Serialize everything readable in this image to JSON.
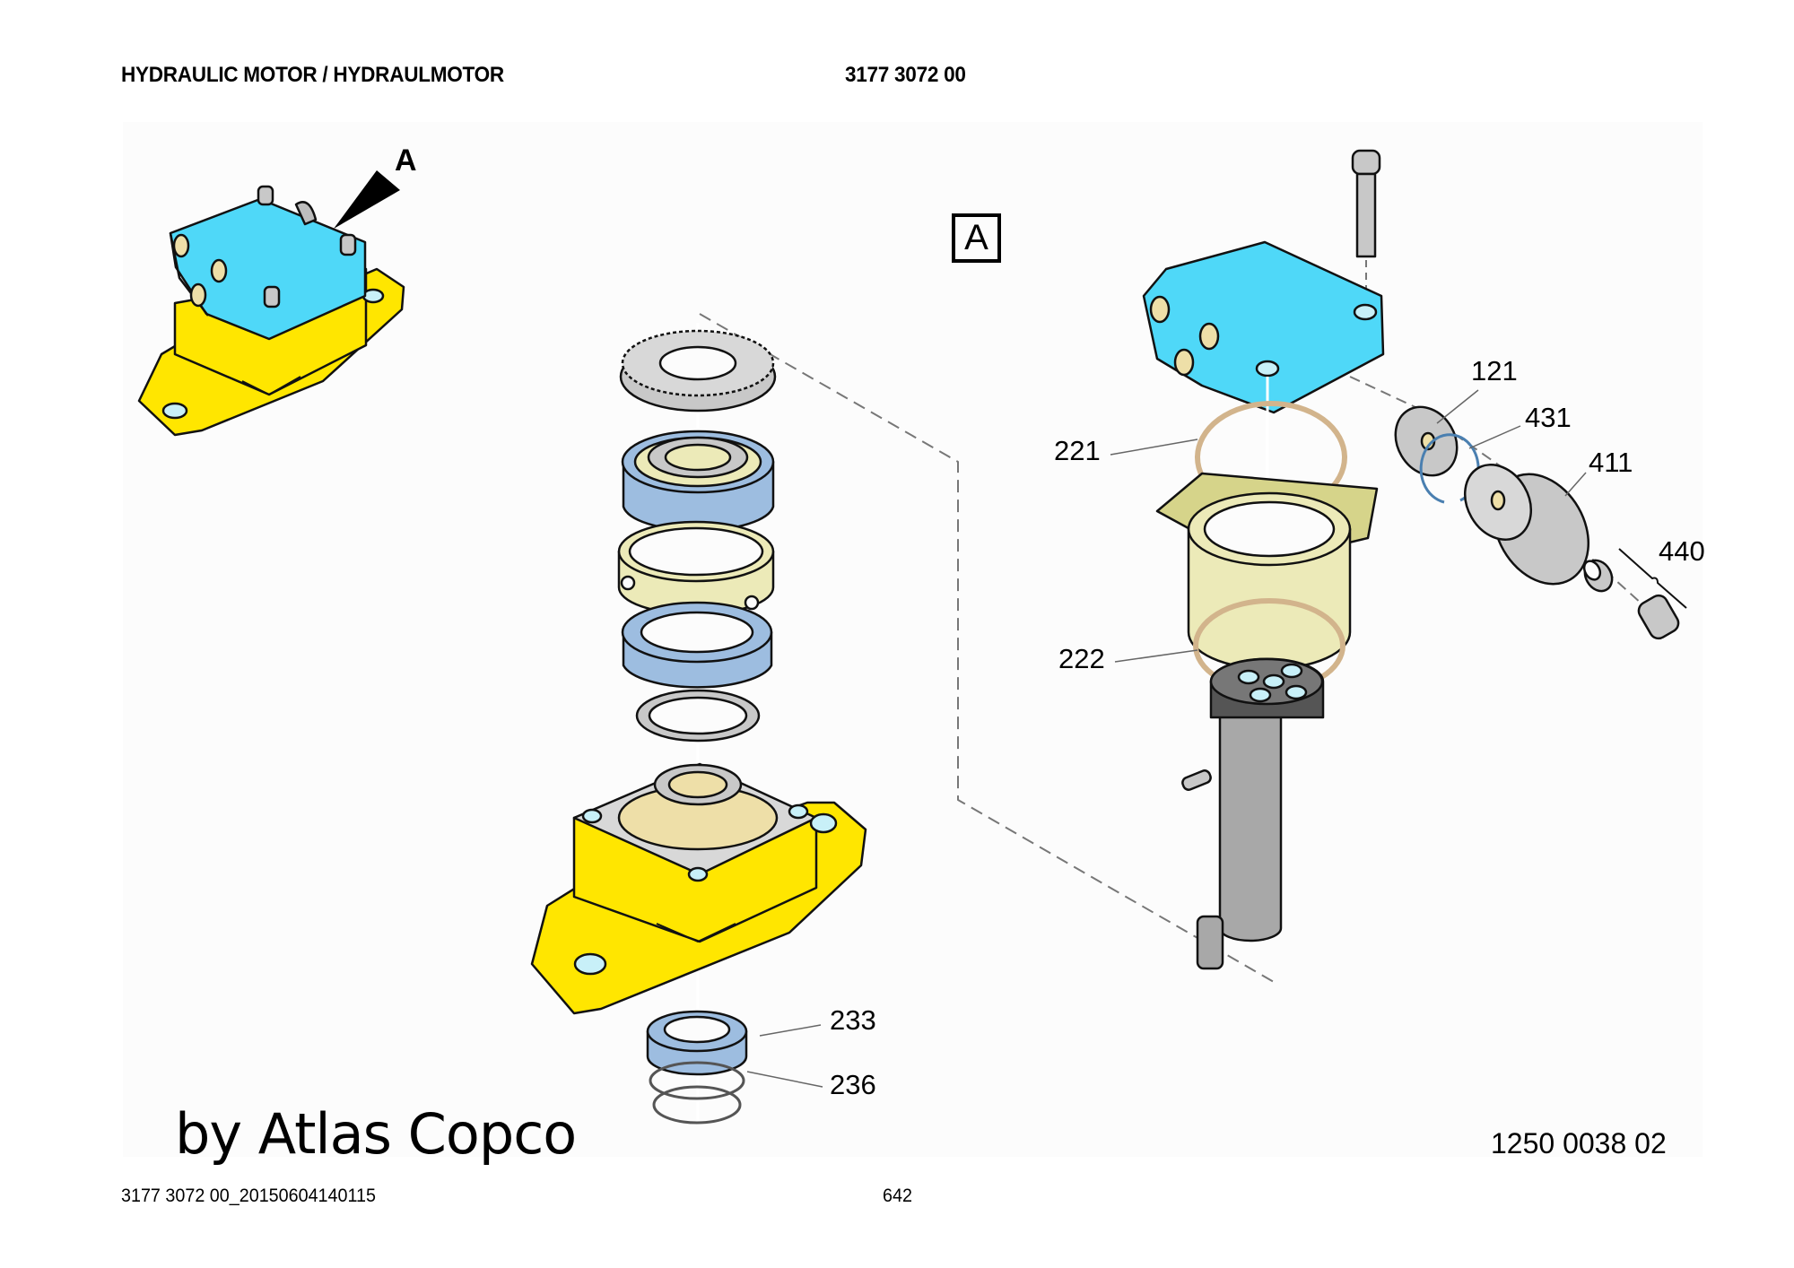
{
  "header": {
    "title": "HYDRAULIC MOTOR / HYDRAULMOTOR",
    "part_number": "3177 3072 00"
  },
  "drawing": {
    "overview_callout": "A",
    "detail_view_label": "A",
    "drawing_number": "1250 0038 02",
    "watermark": "by Atlas Copco",
    "colors": {
      "motor_housing": "#4fd8f8",
      "base_flange": "#ffe600",
      "bearing": "#9dbde0",
      "sleeve": "#eceab8",
      "metal": "#c8c8c8",
      "seal_ring": "#d2b48c",
      "shim": "#d6d48a"
    },
    "part_callouts": [
      {
        "id": "121",
        "label": "121"
      },
      {
        "id": "431",
        "label": "431"
      },
      {
        "id": "411",
        "label": "411"
      },
      {
        "id": "440",
        "label": "440"
      },
      {
        "id": "221",
        "label": "221"
      },
      {
        "id": "222",
        "label": "222"
      },
      {
        "id": "233",
        "label": "233"
      },
      {
        "id": "236",
        "label": "236"
      }
    ]
  },
  "footer": {
    "document_id": "3177 3072 00_20150604140115",
    "page_number": "642"
  }
}
